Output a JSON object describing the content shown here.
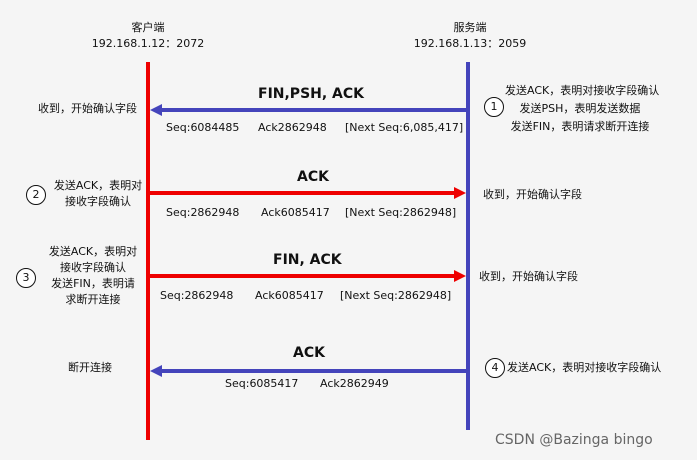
{
  "client": {
    "title": "客户端",
    "address": "192.168.1.12：2072",
    "color": "#ee0000"
  },
  "server": {
    "title": "服务端",
    "address": "192.168.1.13：2059",
    "color": "#4444bb"
  },
  "steps": [
    {
      "number": "1",
      "label": "FIN,PSH, ACK",
      "direction": "server-to-client",
      "seq": "Seq:6084485",
      "ack": "Ack2862948",
      "next": "[Next Seq:6,085,417]",
      "sender_lines": [
        "发送ACK，表明对接收字段确认",
        "发送PSH，表明发送数据",
        "发送FIN，表明请求断开连接"
      ],
      "receiver_note": "收到，开始确认字段"
    },
    {
      "number": "2",
      "label": "ACK",
      "direction": "client-to-server",
      "seq": "Seq:2862948",
      "ack": "Ack6085417",
      "next": "[Next Seq:2862948]",
      "sender_lines": [
        "发送ACK，表明对",
        "接收字段确认"
      ],
      "receiver_note": "收到，开始确认字段"
    },
    {
      "number": "3",
      "label": "FIN, ACK",
      "direction": "client-to-server",
      "seq": "Seq:2862948",
      "ack": "Ack6085417",
      "next": "[Next Seq:2862948]",
      "sender_lines": [
        "发送ACK，表明对",
        "接收字段确认",
        "发送FIN，表明请",
        "求断开连接"
      ],
      "receiver_note": "收到，开始确认字段"
    },
    {
      "number": "4",
      "label": "ACK",
      "direction": "server-to-client",
      "seq": "Seq:6085417",
      "ack": "Ack2862949",
      "sender_lines": [
        "发送ACK，表明对接收字段确认"
      ],
      "receiver_note": "断开连接"
    }
  ],
  "watermark": "CSDN @Bazinga bingo"
}
